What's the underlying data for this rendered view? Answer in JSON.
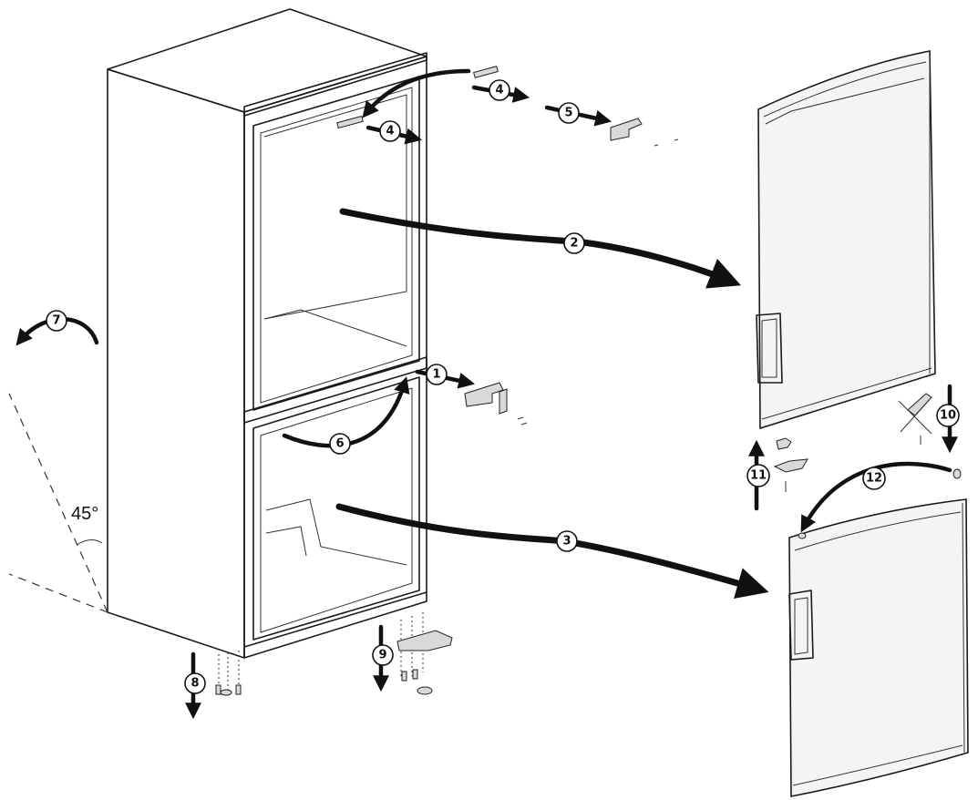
{
  "angle_label": "45°",
  "steps": [
    "1",
    "2",
    "3",
    "4",
    "4",
    "5",
    "6",
    "7",
    "8",
    "9",
    "10",
    "11",
    "12"
  ]
}
